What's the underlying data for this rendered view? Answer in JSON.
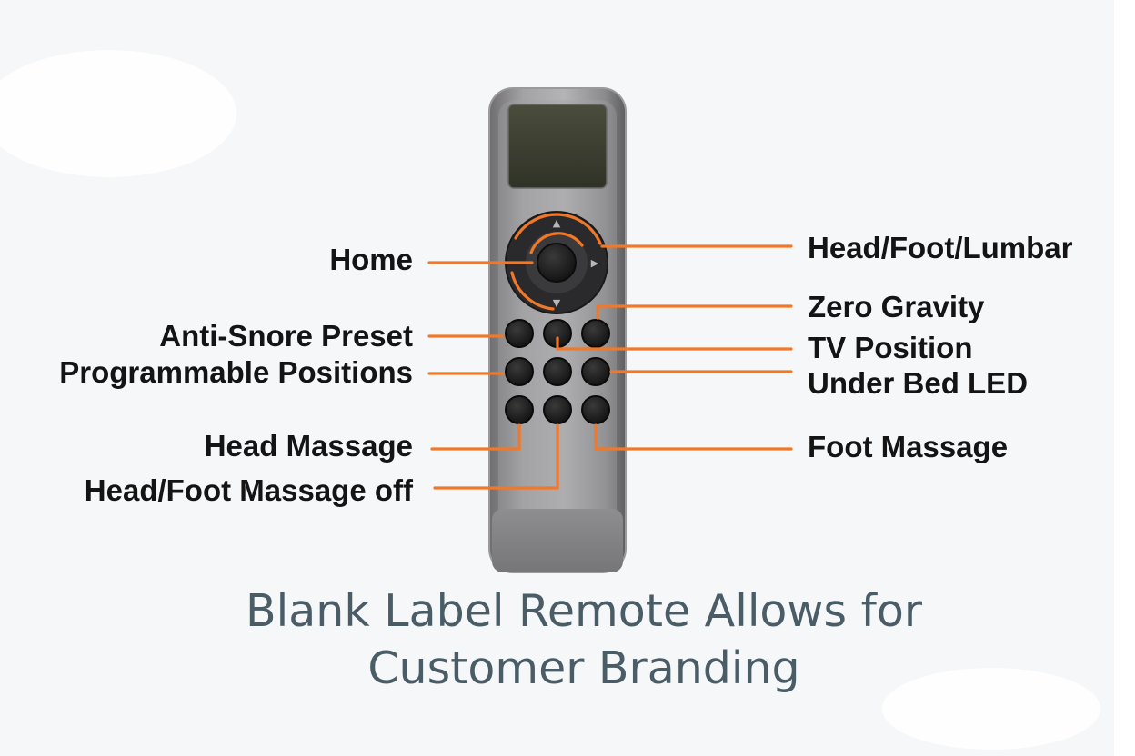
{
  "colors": {
    "background": "#f6f7f9",
    "accent": "#f0782a",
    "label_text": "#141414",
    "caption_text": "#4a5d66",
    "remote_body": "#8f8f91",
    "screen": "#3b3f30",
    "button": "#1a1a1a"
  },
  "labels": {
    "home": "Home",
    "anti_snore": "Anti-Snore Preset",
    "programmable": "Programmable Positions",
    "head_massage": "Head Massage",
    "massage_off": "Head/Foot Massage off",
    "head_foot_lumbar": "Head/Foot/Lumbar",
    "zero_gravity": "Zero Gravity",
    "tv_position": "TV Position",
    "under_bed_led": "Under Bed LED",
    "foot_massage": "Foot Massage"
  },
  "caption": {
    "line1": "Blank Label Remote Allows for",
    "line2": "Customer Branding"
  },
  "icons": {
    "dpad_up": "▲",
    "dpad_down": "▼",
    "dpad_right": "▶"
  }
}
